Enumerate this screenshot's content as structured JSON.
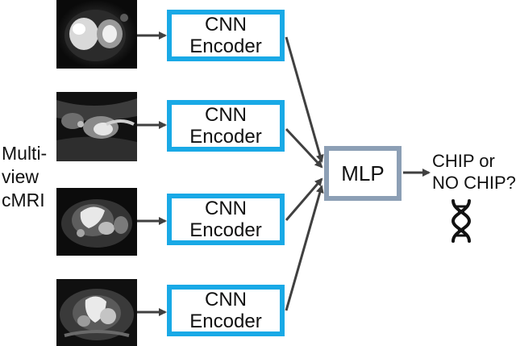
{
  "input": {
    "label_lines": [
      "Multi-",
      "view",
      "cMRI"
    ]
  },
  "encoders": [
    {
      "line1": "CNN",
      "line2": "Encoder"
    },
    {
      "line1": "CNN",
      "line2": "Encoder"
    },
    {
      "line1": "CNN",
      "line2": "Encoder"
    },
    {
      "line1": "CNN",
      "line2": "Encoder"
    }
  ],
  "mlp": {
    "label": "MLP"
  },
  "output": {
    "lines": [
      "CHIP or",
      "NO CHIP?"
    ],
    "icon": "dna-icon"
  },
  "colors": {
    "encoder_border": "#19a9e6",
    "mlp_border": "#8c9fb5",
    "arrow": "#404040"
  }
}
